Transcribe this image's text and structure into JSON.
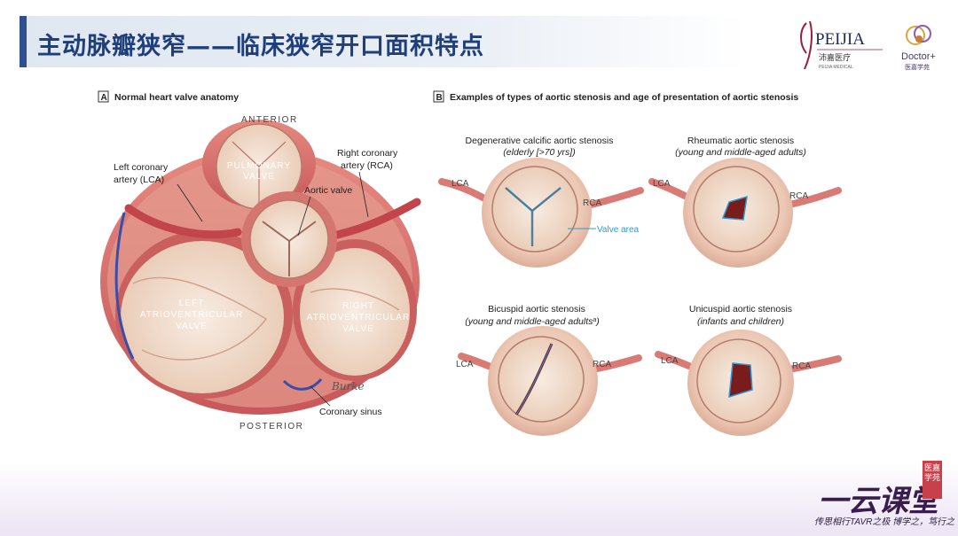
{
  "slide": {
    "title": "主动脉瓣狭窄——临床狭窄开口面积特点"
  },
  "logos": {
    "peijia_name": "PEIJIA",
    "peijia_cn": "沛嘉医疗",
    "peijia_sub": "PEIJIA MEDICAL",
    "doctor_name": "Doctor+",
    "doctor_cn": "医嘉学苑"
  },
  "panel_a": {
    "letter": "A",
    "heading": "Normal heart valve anatomy",
    "anterior": "ANTERIOR",
    "posterior": "POSTERIOR",
    "pulmonary_1": "PULMONARY",
    "pulmonary_2": "VALVE",
    "lca_1": "Left coronary",
    "lca_2": "artery (LCA)",
    "rca_1": "Right coronary",
    "rca_2": "artery (RCA)",
    "aortic": "Aortic valve",
    "left_av_1": "LEFT",
    "left_av_2": "ATRIOVENTRICULAR",
    "left_av_3": "VALVE",
    "right_av_1": "RIGHT",
    "right_av_2": "ATRIOVENTRICULAR",
    "right_av_3": "VALVE",
    "coronary_sinus": "Coronary sinus",
    "signature": "Burke"
  },
  "panel_b": {
    "letter": "B",
    "heading": "Examples of types of aortic stenosis and age of presentation of aortic stenosis",
    "lca": "LCA",
    "rca": "RCA",
    "valve_area": "Valve area",
    "degenerative_title": "Degenerative calcific aortic stenosis",
    "degenerative_sub": "(elderly [>70 yrs])",
    "rheumatic_title": "Rheumatic aortic stenosis",
    "rheumatic_sub": "(young and middle-aged adults)",
    "bicuspid_title": "Bicuspid aortic stenosis",
    "bicuspid_sub": "(young and middle-aged adults",
    "bicuspid_sup": "a",
    "bicuspid_close": ")",
    "unicuspid_title": "Unicuspid aortic stenosis",
    "unicuspid_sub": "(infants and children)"
  },
  "brand": {
    "main": "一云课堂",
    "stamp": "医嘉学苑",
    "sub": "传思相行TAVR之极 博学之，笃行之"
  },
  "colors": {
    "title": "#1f3f7a",
    "tissue": "#e8b9a6",
    "artery": "#d96a6a",
    "valve_area": "#2b9bd6"
  }
}
